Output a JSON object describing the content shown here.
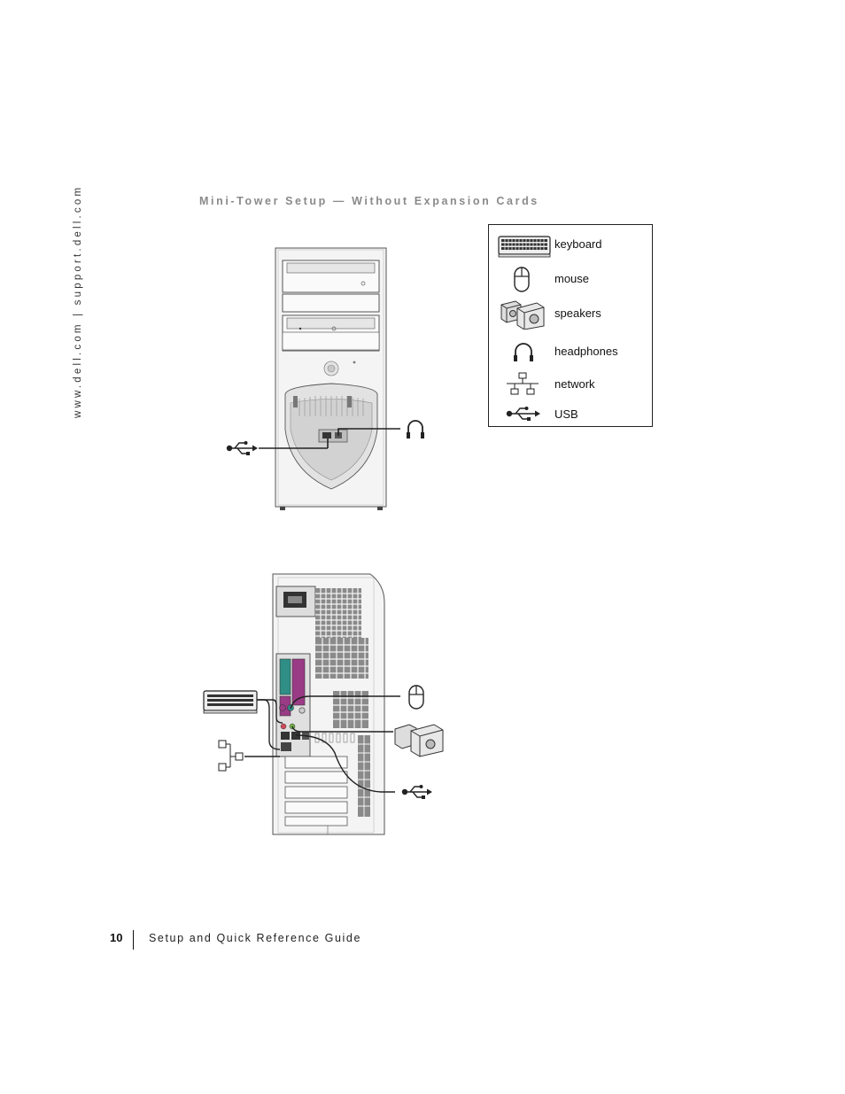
{
  "sidebar": {
    "url": "www.dell.com | support.dell.com"
  },
  "section": {
    "title": "Mini-Tower Setup — Without Expansion Cards"
  },
  "legend": {
    "items": [
      {
        "label": "keyboard",
        "icon": "keyboard-icon"
      },
      {
        "label": "mouse",
        "icon": "mouse-icon"
      },
      {
        "label": "speakers",
        "icon": "speakers-icon"
      },
      {
        "label": "headphones",
        "icon": "headphones-icon"
      },
      {
        "label": "network",
        "icon": "network-icon"
      },
      {
        "label": "USB",
        "icon": "usb-icon"
      }
    ]
  },
  "footer": {
    "page_number": "10",
    "title": "Setup and Quick Reference Guide"
  },
  "colors": {
    "text": "#222222",
    "title_gray": "#8a8a8a",
    "case_fill": "#f2f2f2",
    "port_purple": "#9a3b86",
    "port_teal": "#2f8f86"
  }
}
